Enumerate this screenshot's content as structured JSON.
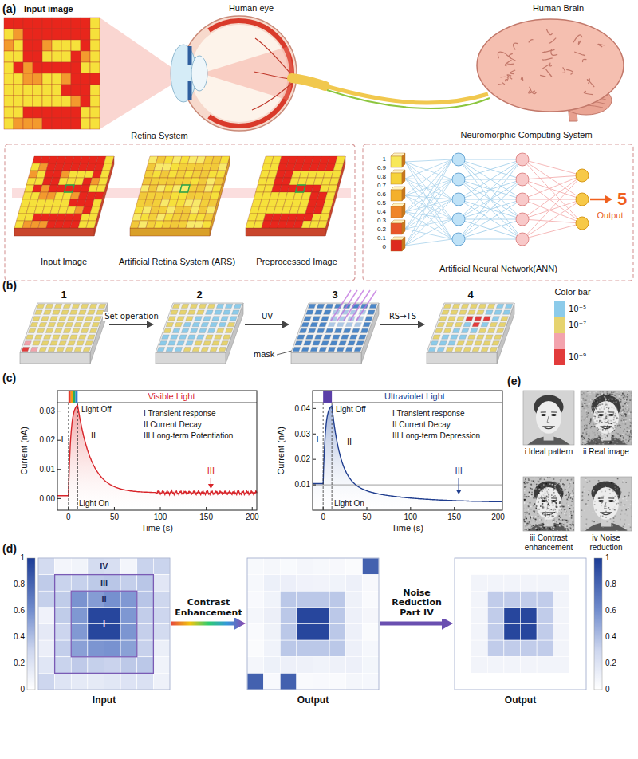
{
  "diagram": {
    "nodes": [
      {
        "text": [
          "1"
        ]
      },
      {
        "text": [
          "2"
        ]
      },
      {
        "text": [
          "3"
        ]
      },
      {
        "text": [
          "4"
        ]
      },
      {
        "text": [
          "Input"
        ]
      },
      {
        "text": [
          "Output"
        ]
      },
      {
        "text": [
          "Output"
        ]
      }
    ],
    "edges": [
      {
        "from": 0,
        "to": 1,
        "arrow": "to",
        "label": "Set operation"
      },
      {
        "from": 1,
        "to": 2,
        "arrow": "to",
        "label": "UV"
      },
      {
        "from": 2,
        "to": 3,
        "arrow": "to",
        "label": "RS→TS"
      },
      {
        "from": 4,
        "to": 5,
        "arrow": "to",
        "label": "Contrast Enhancement"
      },
      {
        "from": 5,
        "to": 6,
        "arrow": "to",
        "label": "Noise Reduction Part IV"
      }
    ],
    "labels": [
      "(a)",
      "Input image",
      "Human eye",
      "Human Brain",
      "Retina System",
      "Neuromorphic Computing System",
      "Input Image",
      "Artificial Retina System (ARS)",
      "Preprocessed Image",
      "1",
      "0.9",
      "0.8",
      "0.7",
      "0.6",
      "0.5",
      "0.4",
      "0.3",
      "0.2",
      "0.1",
      "0",
      "Output",
      "5",
      "Artificial Neural Network(ANN)",
      "(b)",
      "mask",
      "Color bar",
      "(c)",
      "Visible Light",
      "Current (nA)",
      "0.03",
      "0.02",
      "0.01",
      "0.00",
      "0",
      "50",
      "100",
      "150",
      "200",
      "Time (s)",
      "I Transient response",
      "II Current Decay",
      "III Long-term Potentiation",
      "Light Off",
      "Light On",
      "I",
      "II",
      "III",
      "Ultraviolet Light",
      "Current (nA)",
      "0.04",
      "0.03",
      "0.02",
      "0.01",
      "0",
      "50",
      "100",
      "150",
      "200",
      "Time (s)",
      "I Transient response",
      "II Current Decay",
      "III Long-term Depression",
      "Light Off",
      "Light On",
      "I",
      "II",
      "III",
      "(d)",
      "IV",
      "III",
      "II",
      "I",
      "1",
      "0.8",
      "0.6",
      "0.4",
      "0.2",
      "0",
      "1",
      "0.8",
      "0.6",
      "0.4",
      "0.2",
      "0",
      "(e)",
      "i Ideal pattern",
      "ii Real image",
      "iii Contrast enhancement",
      "iv Noise reduction"
    ],
    "legend": [
      {
        "text": "10⁻⁵",
        "color": "#8ccbea"
      },
      {
        "text": "10⁻⁷",
        "color": "#e6d36f"
      },
      {
        "text": "10⁻⁹",
        "color": "#e23b3b"
      }
    ]
  }
}
